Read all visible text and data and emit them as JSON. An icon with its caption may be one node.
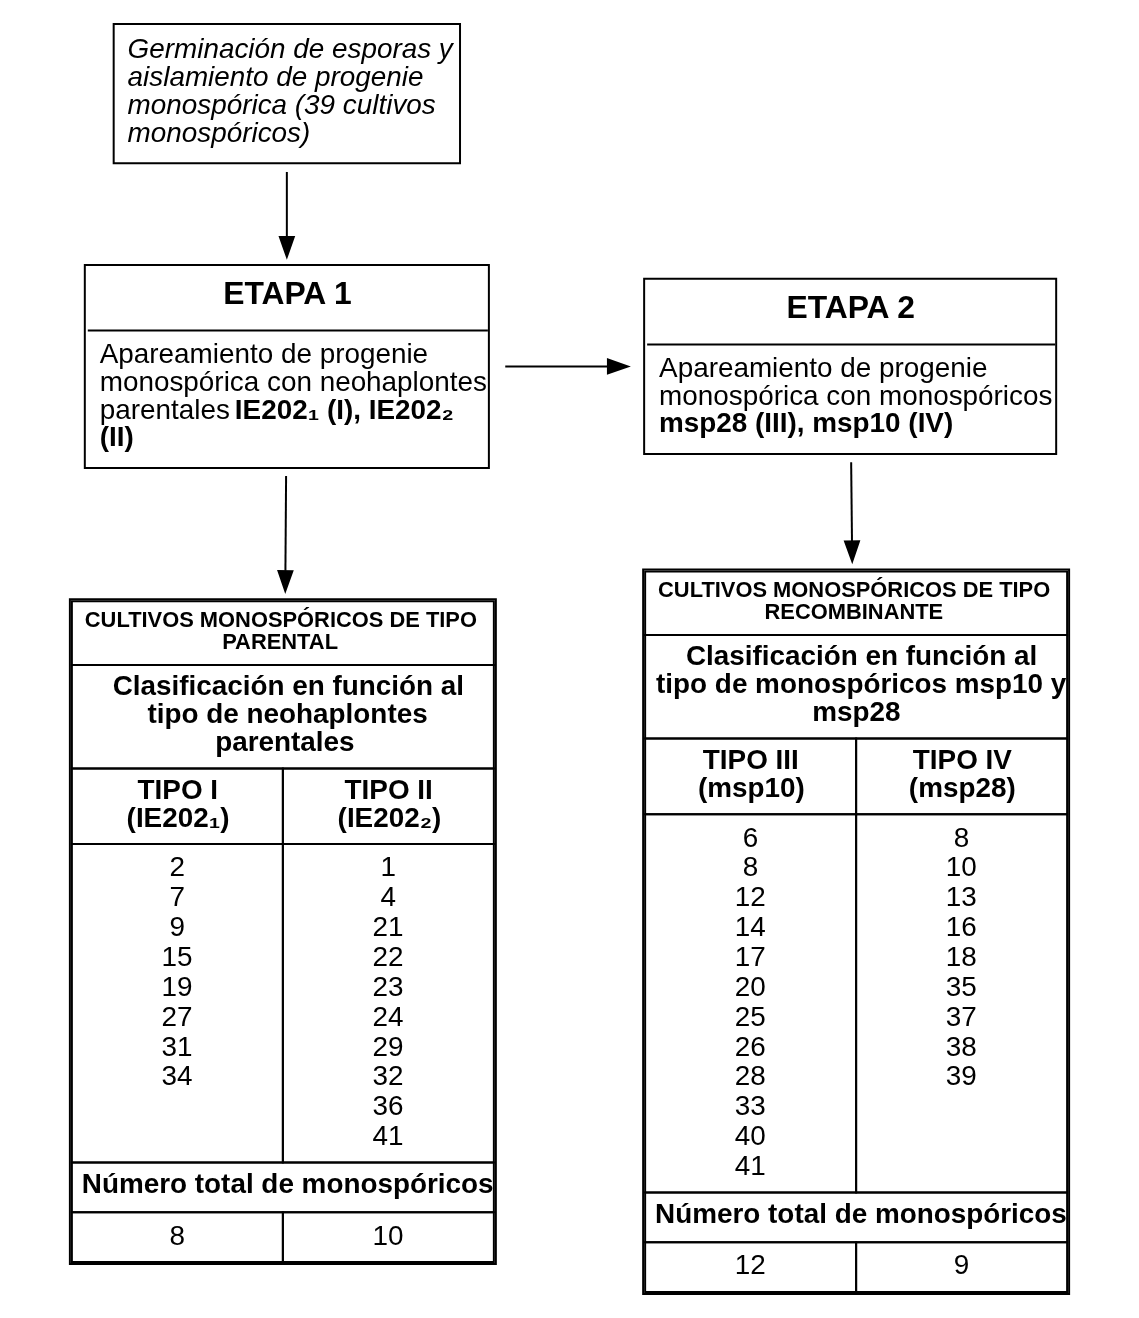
{
  "diagram": {
    "nodes": [
      {
        "text": [
          "Germinación de esporas y aislamiento de progenie monospórica (39 cultivos monospóricos)"
        ]
      },
      {
        "text": [
          "ETAPA 1",
          "Apareamiento de progenie monospórica con neohaplontes parentales **IE202₁ (I), IE202₂ (II)**"
        ]
      },
      {
        "text": [
          "ETAPA 2",
          "Apareamiento de progenie monospórica con monospóricos **msp28 (III), msp10 (IV)**"
        ]
      },
      {
        "text": [
          "CULTIVOS MONOSPÓRICOS DE TIPO PARENTAL",
          "Clasificación en función al tipo de neohaplontes parentales",
          "TIPO I (IE202₁)",
          "TIPO II (IE202₂)",
          "2 7 9 15 19 27 31 34",
          "1 4 21 22 23 24 29 32 36 41",
          "Número total de monospóricos",
          "8",
          "10"
        ]
      },
      {
        "text": [
          "CULTIVOS MONOSPÓRICOS DE TIPO RECOMBINANTE",
          "Clasificación en función al tipo de monospóricos msp10 y msp28",
          "TIPO III (msp10)",
          "TIPO IV (msp28)",
          "6 8 12 14 17 20 25 26 28 33 40 41",
          "8 10 13 16 18 35 37 38 39",
          "Número total de monospóricos",
          "12",
          "9"
        ]
      }
    ],
    "edges": [
      {
        "from": 0,
        "to": 1,
        "arrow": "to"
      },
      {
        "from": 1,
        "to": 2,
        "arrow": "to"
      },
      {
        "from": 1,
        "to": 3,
        "arrow": "to"
      },
      {
        "from": 2,
        "to": 4,
        "arrow": "to"
      }
    ]
  }
}
